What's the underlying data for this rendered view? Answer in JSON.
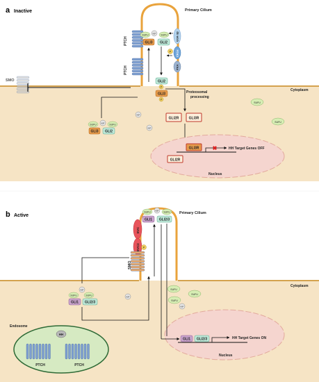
{
  "panel_a": {
    "letter": "a",
    "title": "Inactive",
    "cilium_label": "Primary Cilium",
    "cytoplasm_label": "Cytoplasm",
    "nucleus_label": "Nucleus",
    "ptch_label": "PTCH",
    "smo_label": "SMO",
    "sufu_label": "SUFU",
    "kif_label": "KIF",
    "gli3_label": "GLI3",
    "gli2_label": "GLI2",
    "gsk_label": "GSK-3β",
    "ck1_label": "CK1α",
    "pka_label": "PKA",
    "p_label": "P",
    "proteosomal_label": "Proteosomal\nprocessing",
    "gli2r_label": "GLI2R",
    "gli3r_label": "GLI3R",
    "target_label": "HH Target Genes OFF"
  },
  "panel_b": {
    "letter": "b",
    "title": "Active",
    "cilium_label": "Primary Cilium",
    "cytoplasm_label": "Cytoplasm",
    "nucleus_label": "Nucleus",
    "endosome_label": "Endosome",
    "ptch_label": "PTCH",
    "hh_label": "HH",
    "smo_label": "SMO",
    "sufu_label": "SUFU",
    "kif_label": "KIF",
    "gli1_label": "GLI1",
    "gli23_label": "GLI2/3",
    "evc_label": "EVC",
    "evc2_label": "EVC2",
    "p_label": "P",
    "target_label": "HH Target Genes ON"
  },
  "colors": {
    "membrane": "#F6E4C5",
    "membrane_edge": "#D4A24E",
    "cilium": "#E9A33C",
    "ptch": "#7E9FD0",
    "smo": "#E8A86A",
    "sufu": "#D7EEB4",
    "gli3": "#E59A4B",
    "gli2": "#BDE8D8",
    "gli1": "#C9A3CC",
    "nucleus": "#F5D5CF",
    "endosome": "#D6EAC2",
    "kif": "#E6E6E6",
    "gsk": "#B3D3ED",
    "ck1": "#6FA5DA",
    "pka": "#9CB2CE",
    "evc": "#E8545B",
    "p": "#F1D061",
    "gli_r_fill": "#FDF0DC",
    "gli_r_edge": "#C0392B"
  }
}
